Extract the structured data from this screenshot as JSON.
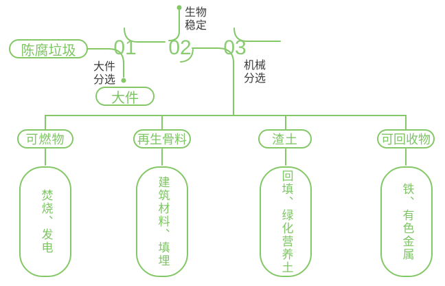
{
  "colors": {
    "green": "#83C767",
    "green_text": "#7CC562",
    "dark_text": "#3B3B3B",
    "background": "#FFFFFF"
  },
  "flow": {
    "source": "陈腐垃圾",
    "steps": [
      {
        "number": "01",
        "label": "大件分选"
      },
      {
        "number": "02",
        "label": "生物稳定"
      },
      {
        "number": "03",
        "label": "机械分选"
      }
    ],
    "bulky_output": "大件",
    "outputs": [
      {
        "category": "可燃物",
        "disposal": "焚烧、发电"
      },
      {
        "category": "再生骨料",
        "disposal": "建筑材料、填埋"
      },
      {
        "category": "渣土",
        "disposal": "回填、绿化营养土"
      },
      {
        "category": "可回收物",
        "disposal": "铁、有色金属"
      }
    ]
  }
}
